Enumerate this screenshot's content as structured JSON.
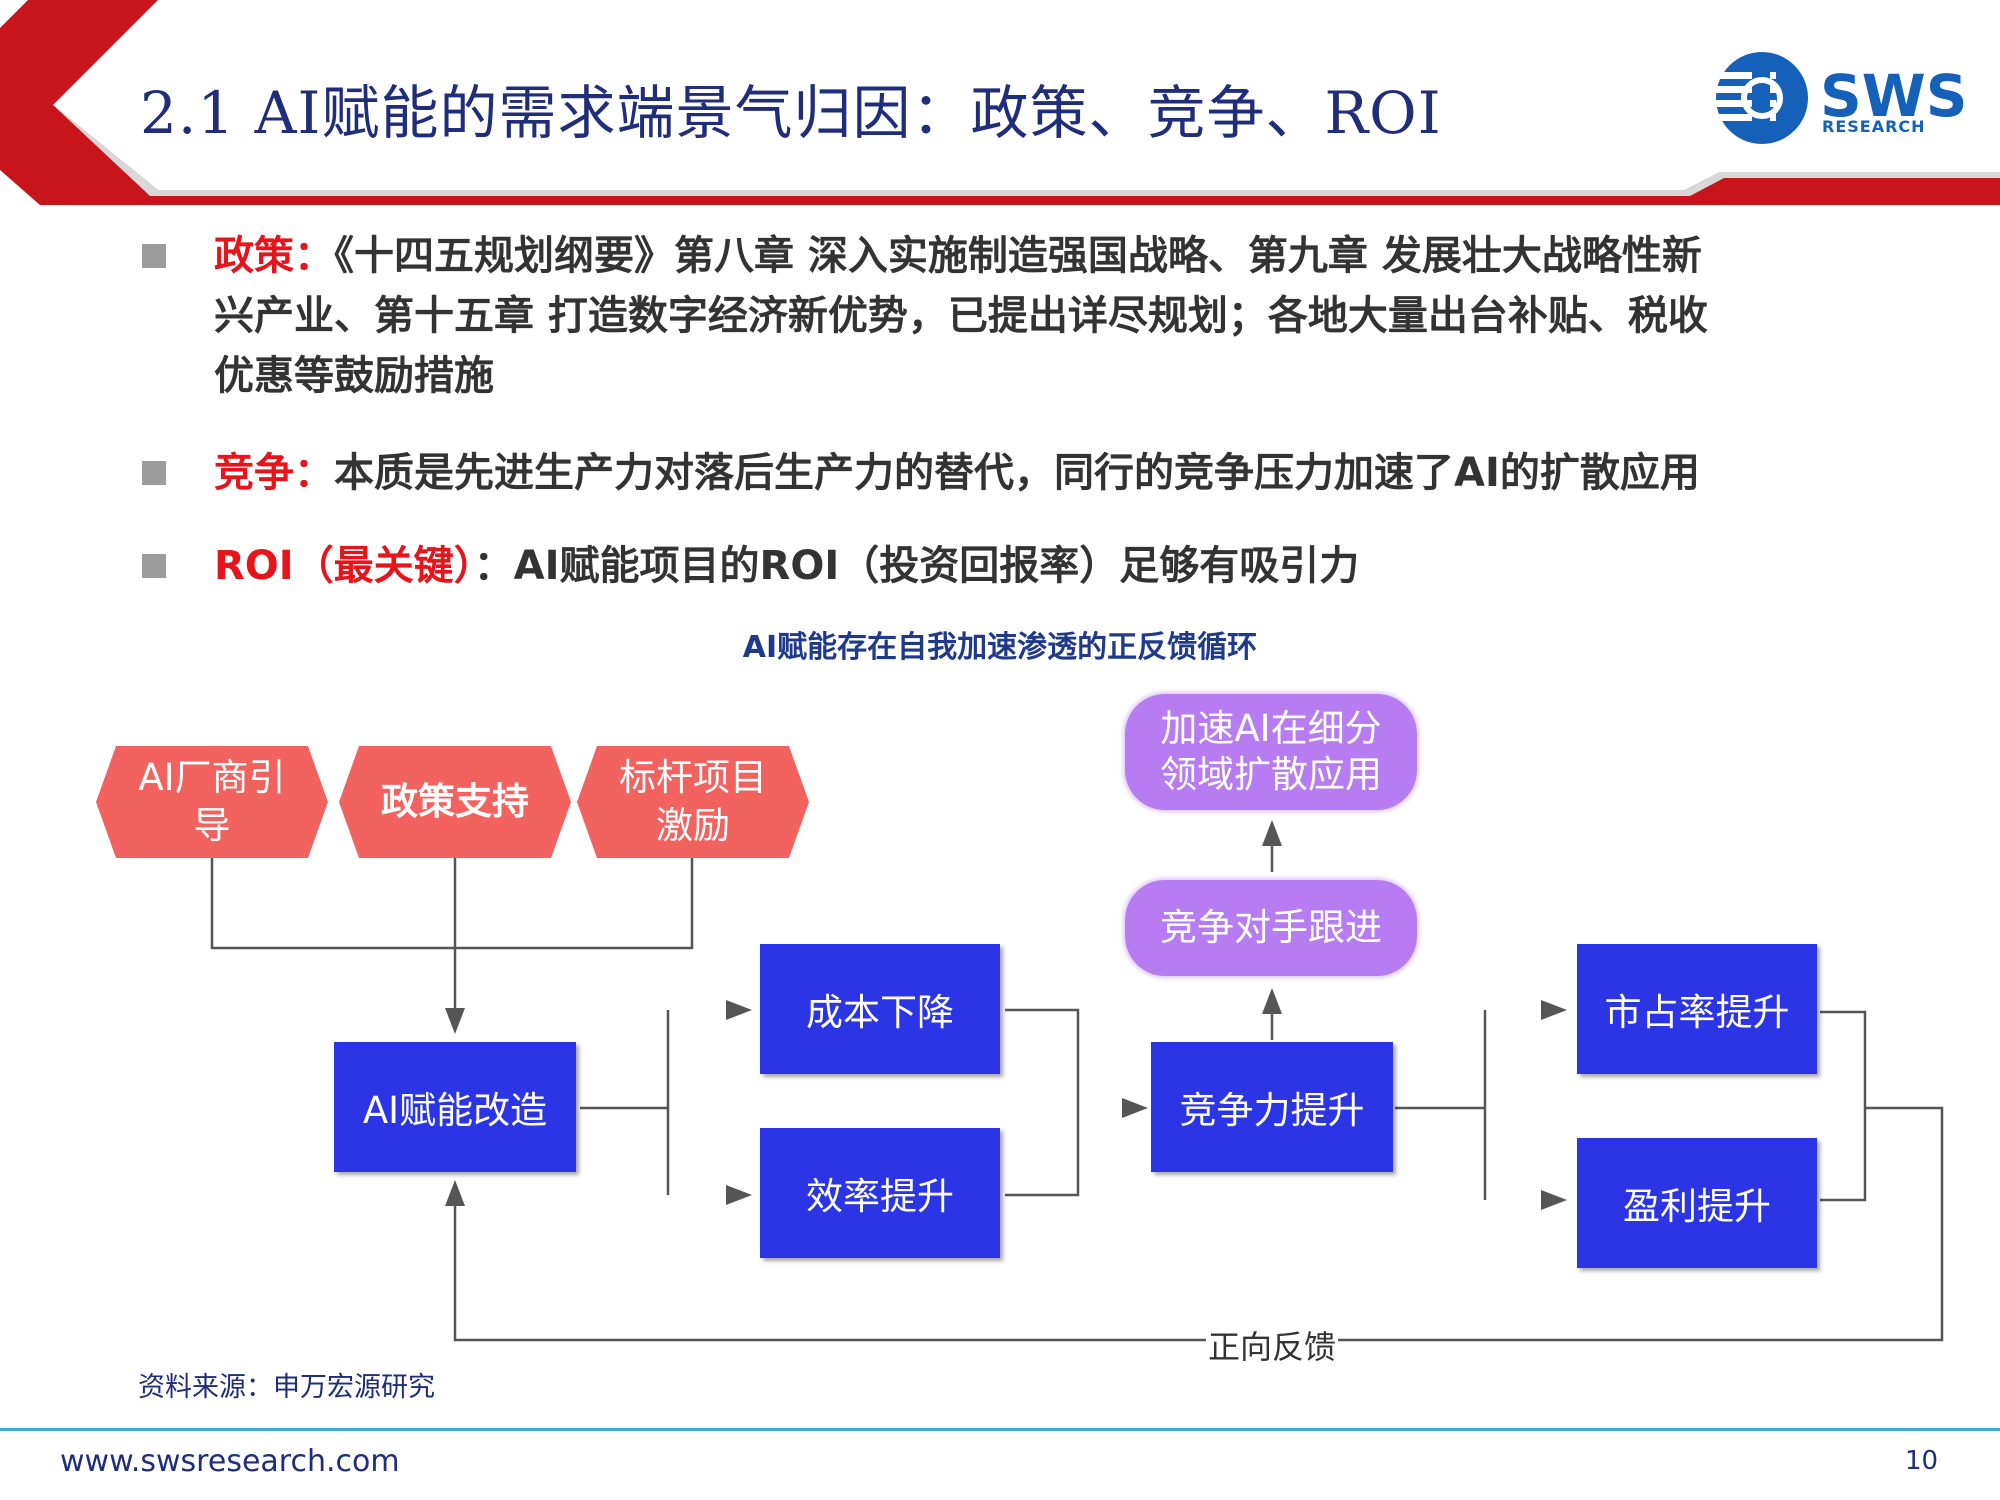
{
  "header": {
    "title": "2.1 AI赋能的需求端景气归因：政策、竞争、ROI",
    "logo_text": "SWS",
    "logo_sub": "RESEARCH",
    "colors": {
      "red": "#c8141b",
      "navy": "#1f2d7a",
      "logo_blue": "#1560b8"
    }
  },
  "bullets": [
    {
      "key": "政策：",
      "lines": [
        "《十四五规划纲要》第八章 深入实施制造强国战略、第九章 发展壮大战略性新",
        "兴产业、第十五章  打造数字经济新优势，已提出详尽规划；各地大量出台补贴、税收",
        "优惠等鼓励措施"
      ]
    },
    {
      "key": "竞争：",
      "lines": [
        "本质是先进生产力对落后生产力的替代，同行的竞争压力加速了AI的扩散应用"
      ]
    },
    {
      "key": "ROI（最关键）",
      "lines": [
        "：AI赋能项目的ROI（投资回报率）足够有吸引力"
      ]
    }
  ],
  "diagram": {
    "title": "AI赋能存在自我加速渗透的正反馈循环",
    "drivers": [
      {
        "lines": [
          "AI厂商引",
          "导"
        ]
      },
      {
        "lines": [
          "政策支持"
        ]
      },
      {
        "lines": [
          "标杆项目",
          "激励"
        ]
      }
    ],
    "nodes": {
      "ai_transform": "AI赋能改造",
      "cost_down": "成本下降",
      "efficiency_up": "效率提升",
      "competitiveness_up": "竞争力提升",
      "competitors_follow": "竞争对手跟进",
      "accelerate": [
        "加速AI在细分",
        "领域扩散应用"
      ],
      "market_share_up": "市占率提升",
      "profit_up": "盈利提升"
    },
    "feedback_label": "正向反馈",
    "colors": {
      "hex": "#f2625f",
      "blue": "#2b35e6",
      "purple": "#b77cf2",
      "line": "#555555"
    }
  },
  "source": "资料来源：申万宏源研究",
  "footer": {
    "url": "www.swsresearch.com",
    "page": "10"
  }
}
